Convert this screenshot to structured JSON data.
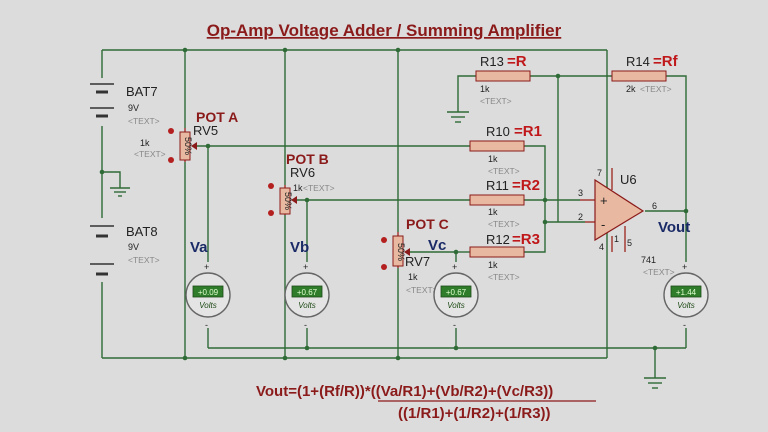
{
  "title": "Op-Amp Voltage Adder / Summing Amplifier",
  "batteries": [
    {
      "ref": "BAT7",
      "value": "9V",
      "text": "<TEXT>"
    },
    {
      "ref": "BAT8",
      "value": "9V",
      "text": "<TEXT>"
    }
  ],
  "pots": [
    {
      "label": "POT A",
      "ref": "RV5",
      "value": "1k",
      "text": "<TEXT>",
      "percent": "50%"
    },
    {
      "label": "POT B",
      "ref": "RV6",
      "value": "1k",
      "text": "<TEXT>",
      "percent": "50%"
    },
    {
      "label": "POT C",
      "ref": "RV7",
      "value": "1k",
      "text": "<TEXT>",
      "percent": "50%"
    }
  ],
  "resistors": [
    {
      "ref": "R13",
      "tag": "=R",
      "value": "1k",
      "text": "<TEXT>"
    },
    {
      "ref": "R14",
      "tag": "=Rf",
      "value": "2k",
      "text": "<TEXT>"
    },
    {
      "ref": "R10",
      "tag": " =R1",
      "value": "1k",
      "text": "<TEXT>"
    },
    {
      "ref": "R11",
      "tag": "=R2",
      "value": "1k",
      "text": "<TEXT>"
    },
    {
      "ref": "R12",
      "tag": "=R3",
      "value": "1k",
      "text": "<TEXT>"
    }
  ],
  "opamp": {
    "ref": "U6",
    "part": "741",
    "text": "<TEXT>",
    "pins": [
      "3",
      "2",
      "7",
      "4",
      "6",
      "1",
      "5"
    ]
  },
  "meters": [
    {
      "label": "Va",
      "reading": "+0.09",
      "unit": "Volts"
    },
    {
      "label": "Vb",
      "reading": "+0.67",
      "unit": "Volts"
    },
    {
      "label": "Vc",
      "reading": "+0.67",
      "unit": "Volts"
    },
    {
      "label": "Vout",
      "reading": "+1.44",
      "unit": "Volts"
    }
  ],
  "meter_signs": {
    "plus": "+",
    "minus": "-"
  },
  "formula": {
    "numerator": "Vout=(1+(Rf/R))*((Va/R1)+(Vb/R2)+(Vc/R3))",
    "denominator": "((1/R1)+(1/R2)+(1/R3))"
  },
  "colors": {
    "wire": "#2f6b36",
    "label_red": "#c0181a",
    "title": "#8b1a1a",
    "meter_display": "#2f7d2b"
  }
}
